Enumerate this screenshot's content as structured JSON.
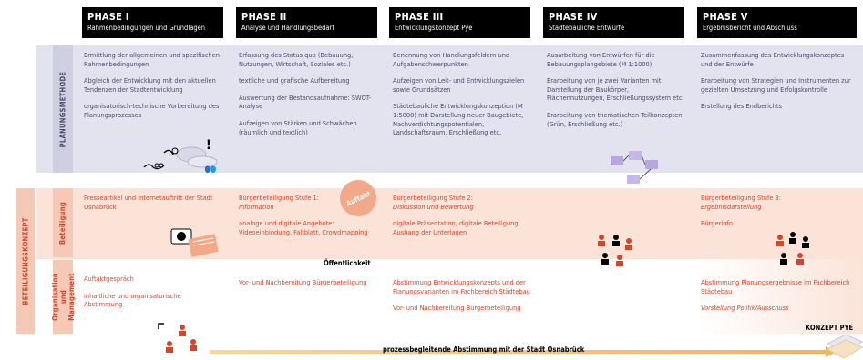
{
  "phases": [
    {
      "title": "PHASE I",
      "subtitle": "Rahmenbedingungen und Grundlagen"
    },
    {
      "title": "PHASE II",
      "subtitle": "Analyse und Handlungsbedarf"
    },
    {
      "title": "PHASE III",
      "subtitle": "Entwicklungskonzept Pye"
    },
    {
      "title": "PHASE IV",
      "subtitle": "Städtebauliche Entwürfe"
    },
    {
      "title": "PHASE V",
      "subtitle": "Ergebnisbericht und Abschluss"
    }
  ],
  "rows": {
    "planungsmethode": "PLANUNGSMETHODE",
    "beteiligungskonzept": "BETEILIGUNGSKONZEPT",
    "beteiligung": "Beteiligung",
    "organisation": "Organisation und Management"
  },
  "pm": {
    "c1": [
      "Ermittlung der allgemeinen und spezifischen Rahmenbedingungen",
      "Abgleich der Entwicklung mit den aktuellen Tendenzen der Stadtentwicklung",
      "organisatorisch-technische Vorbereitung des Planungsprozesses"
    ],
    "c2": [
      "Erfassung des Status quo (Bebauung, Nutzungen, Wirtschaft, Soziales etc.)",
      "textliche und grafische Aufbereitung",
      "Auswertung der Bestandsaufnahme: SWOT-Analyse",
      "Aufzeigen von Stärken und Schwächen (räumlich und textlich)"
    ],
    "c3": [
      "Benennung von Handlungsfeldern und Aufgabenschwerpunkten",
      "Aufzeigen von Leit- und Entwicklungszielen sowie Grundsätzen",
      "Städtebauliche Entwicklungskonzeption (M 1:5000) mit Darstellung neuer Baugebiete, Nachverdichtungspotentialen, Landschaftsraum, Erschließung etc."
    ],
    "c4": [
      "Ausarbeitung von Entwürfen für die Bebauungsplangebiete (M 1:1000)",
      "Erarbeitung von je zwei Varianten mit Darstellung der Baukörper, Flächennutzungen, Erschließungssystem etc.",
      "Erarbeitung von thematischen Teilkonzepten (Grün, Erschließung etc.)"
    ],
    "c5": [
      "Zusammenfassung des Entwicklungskonzeptes und der Entwürfe",
      "Erarbeitung von Strategien und Instrumenten zur gezielten Umsetzung und Erfolgskontrolle",
      "Erstellung des Endberichts"
    ]
  },
  "bet": {
    "c1": "Presseartikel und Internetauftritt der Stadt Osnabrück",
    "c2_title": "Bürgerbeteiligung Stufe 1:",
    "c2_sub": "Information",
    "c2_body": "analoge und digitale Angebote: Videoeinbindung, Faltblatt, Crowdmapping",
    "c2_stamp": "Auftakt",
    "c3_title": "Bürgerbeteiligung Stufe 2:",
    "c3_sub": "Diskussion und Bewertung",
    "c3_body": "digitale Präsentation, digitale Beteiligung, Aushang der Unterlagen",
    "c5_title": "Bürgerbeteiligung Stufe 3:",
    "c5_sub": "Ergebnisdarstellung",
    "c5_body": "Bürgerinfo",
    "oeffentlichkeit": "Öffentlichkeit"
  },
  "org": {
    "c1": [
      "Auftaktgespräch",
      "inhaltliche und organisatorische Abstimmung"
    ],
    "c2": "Vor- und Nachbereitung Bürgerbeteiligung",
    "c3": [
      "Abstimmung  Entwicklungskonzepts und der Planungsvarianten im Fachbereich Städtebau",
      "Vor- und Nachbereitung Bürgerbeteiligung"
    ],
    "c5": [
      "Abstimmung Planungsergebnisse im Fachbereich Städtebau",
      "Vorstellung Politik/Ausschuss"
    ]
  },
  "footer": {
    "arrow_label": "prozessbegleitende Abstimmung mit der Stadt Osnabrück",
    "konzept": "KONZEPT PYE"
  },
  "colors": {
    "pm_bg": "#e1e1ee",
    "bet_bg": "#fbe0d4",
    "red": "#d4452a",
    "header": "#000000"
  }
}
